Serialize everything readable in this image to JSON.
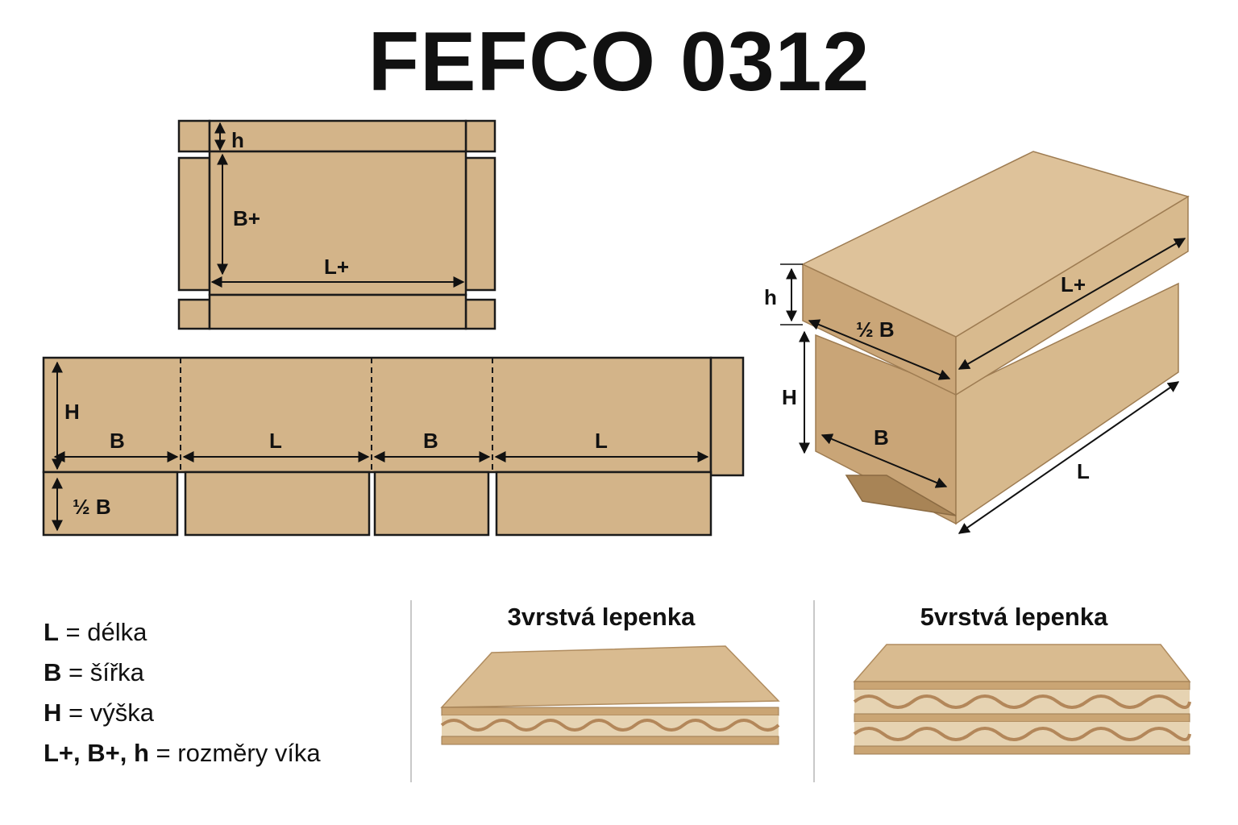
{
  "title": "FEFCO 0312",
  "lid_net": {
    "labels": {
      "h": "h",
      "b_plus": "B+",
      "l_plus": "L+"
    }
  },
  "box_net": {
    "labels": {
      "H": "H",
      "B1": "B",
      "L1": "L",
      "B2": "B",
      "L2": "L",
      "half_b": "½ B"
    }
  },
  "box_3d": {
    "labels": {
      "h": "h",
      "H": "H",
      "half_b": "½ B",
      "l_plus": "L+",
      "B": "B",
      "L": "L"
    }
  },
  "legend": [
    {
      "key": "L",
      "desc": " = délka"
    },
    {
      "key": "B",
      "desc": " = šířka"
    },
    {
      "key": "H",
      "desc": " = výška"
    },
    {
      "key": "L+, B+, h",
      "desc": " = rozměry víka"
    }
  ],
  "boards": [
    {
      "label": "3vrstvá lepenka"
    },
    {
      "label": "5vrstvá lepenka"
    }
  ],
  "colors": {
    "cardboard": "#d3b489",
    "cardboard_dark": "#b08c5f",
    "cardboard_light": "#dec29a",
    "line": "#1a1a1a"
  }
}
